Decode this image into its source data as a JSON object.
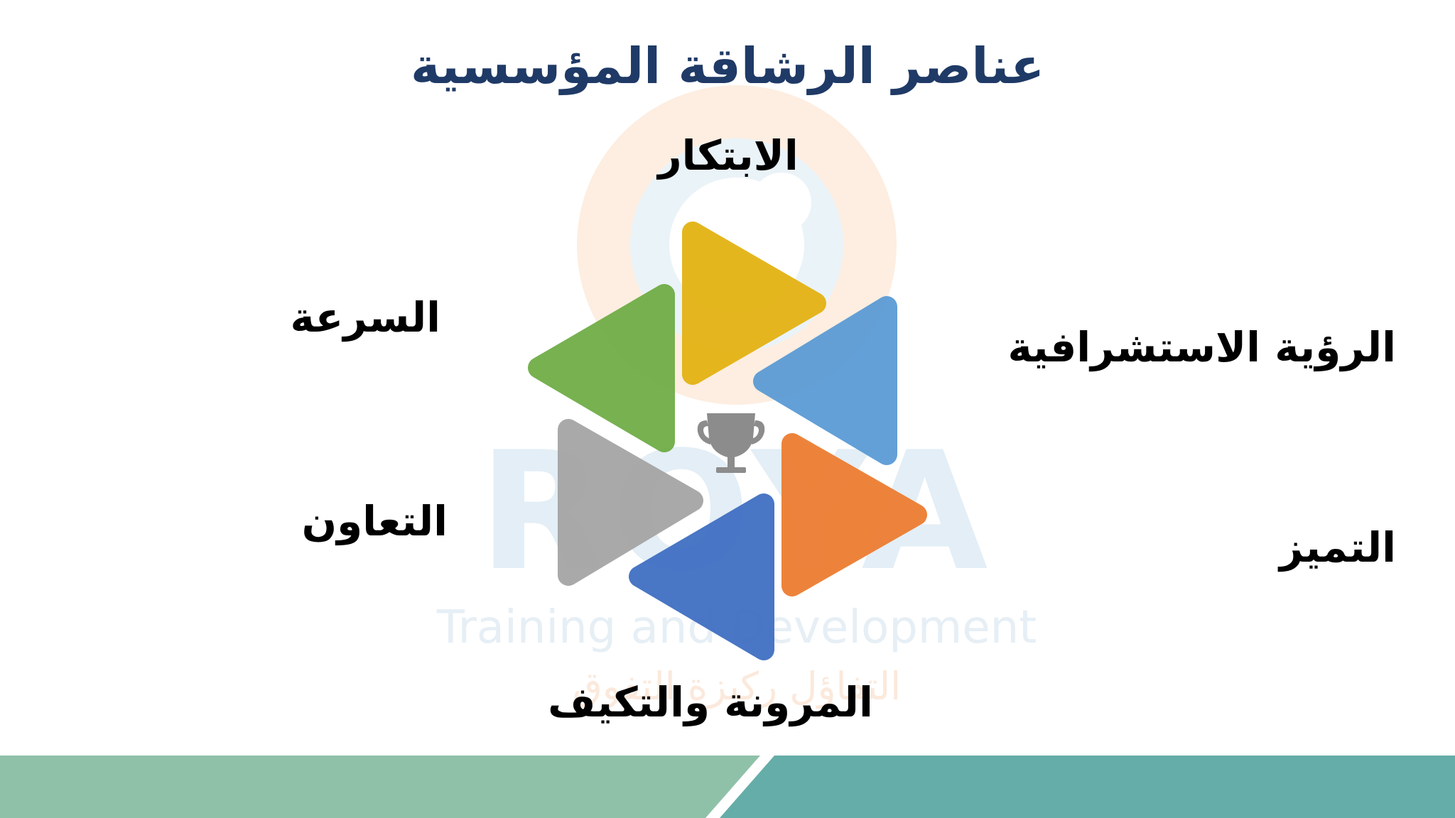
{
  "title": "عناصر الرشاقة المؤسسية",
  "elements": {
    "innovation": "الابتكار",
    "speed": "السرعة",
    "foresight_vision": "الرؤية الاستشرافية",
    "cooperation": "التعاون",
    "excellence": "التميز",
    "flexibility_adaptation": "المرونة والتكيف"
  },
  "watermark": {
    "brand": "ROYA",
    "tagline": "Training and Development",
    "arabic_tagline": "التفاؤل ركيزة التفوق"
  },
  "colors": {
    "title": "#1f3a66",
    "innovation_triangle": "#e4b417",
    "vision_triangle": "#5b9bd5",
    "excellence_triangle": "#ed7d31",
    "flexibility_triangle": "#4472c4",
    "cooperation_triangle": "#a5a5a5",
    "speed_triangle": "#70ad47",
    "trophy": "#8c8c8c",
    "footer_light": "#8fc1a9",
    "footer_dark": "#65ada8"
  },
  "icons": {
    "center": "trophy-icon"
  }
}
